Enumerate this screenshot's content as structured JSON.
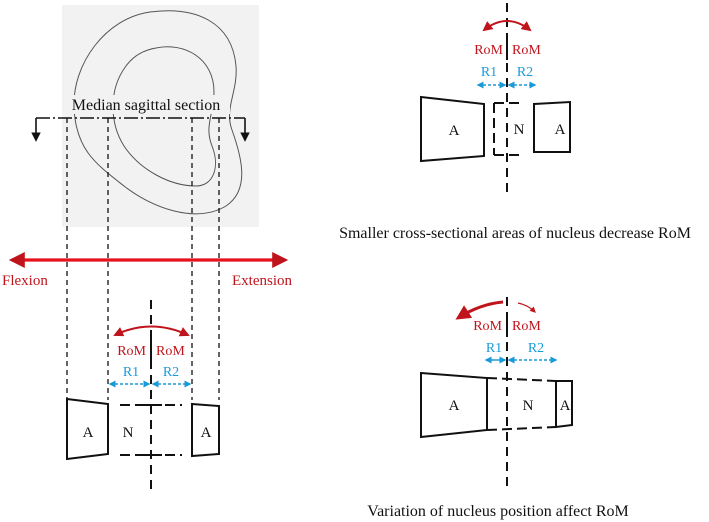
{
  "left_panel": {
    "section_label": "Median sagittal section",
    "flexion_label": "Flexion",
    "extension_label": "Extension",
    "rom_left": "RoM",
    "rom_right": "RoM",
    "r1": "R1",
    "r2": "R2",
    "annulus_left": "A",
    "nucleus": "N",
    "annulus_right": "A"
  },
  "top_right_panel": {
    "rom_left": "RoM",
    "rom_right": "RoM",
    "r1": "R1",
    "r2": "R2",
    "annulus_left": "A",
    "nucleus": "N",
    "annulus_right": "A",
    "caption": "Smaller cross-sectional areas of nucleus decrease RoM"
  },
  "bottom_right_panel": {
    "rom_left": "RoM",
    "rom_right": "RoM",
    "r1": "R1",
    "r2": "R2",
    "annulus_left": "A",
    "nucleus": "N",
    "annulus_right": "A",
    "caption": "Variation of nucleus position affect RoM"
  },
  "colors": {
    "rom_red": "#c0141c",
    "radius_blue": "#1b9ad8",
    "axis_red": "#e5121d",
    "line": "#111111",
    "section_bg": "#f2f2f2"
  }
}
